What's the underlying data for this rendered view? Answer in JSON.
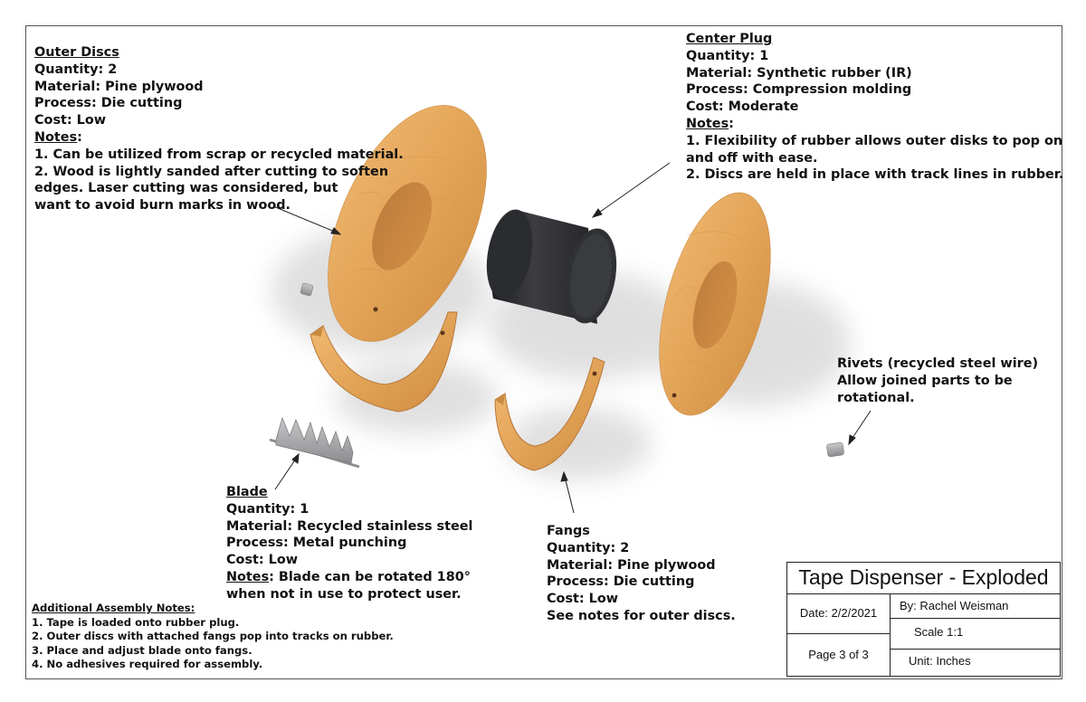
{
  "outer_discs": {
    "title": "Outer Discs",
    "quantity": "Quantity: 2",
    "material": "Material: Pine plywood",
    "process": "Process: Die cutting",
    "cost": "Cost: Low",
    "notes_label": "Notes",
    "notes_colon": ":",
    "note1": "1. Can be utilized from scrap or recycled material.",
    "note2a": "2. Wood is lightly sanded after cutting to soften",
    "note2b": "edges. Laser cutting was considered, but",
    "note2c": "want to avoid burn marks in wood."
  },
  "center_plug": {
    "title": "Center Plug",
    "quantity": "Quantity: 1",
    "material": "Material: Synthetic rubber (IR)",
    "process": "Process: Compression molding",
    "cost": "Cost: Moderate",
    "notes_label": "Notes",
    "notes_colon": ":",
    "note1a": "1. Flexibility of rubber allows outer disks to pop on",
    "note1b": "and off with ease.",
    "note2": "2. Discs are held in place with track lines in rubber."
  },
  "rivets": {
    "line1": "Rivets (recycled steel wire)",
    "line2": "Allow joined parts to be",
    "line3": "rotational."
  },
  "blade": {
    "title": "Blade",
    "quantity": "Quantity: 1",
    "material": "Material: Recycled stainless steel",
    "process": "Process: Metal punching",
    "cost": "Cost: Low",
    "notes_label": "Notes",
    "notes_text": ": Blade can be rotated 180°",
    "notes_line2": "when not in use to protect user."
  },
  "fangs": {
    "title": "Fangs",
    "quantity": "Quantity: 2",
    "material": "Material: Pine plywood",
    "process": "Process: Die cutting",
    "cost": "Cost: Low",
    "see": "See notes for outer discs."
  },
  "additional": {
    "title": "Additional Assembly Notes:",
    "items": [
      "1. Tape is loaded onto rubber plug.",
      "2. Outer discs with attached fangs pop into tracks on rubber.",
      "3. Place and adjust blade onto fangs.",
      "4. No adhesives required for assembly."
    ]
  },
  "title_block": {
    "title": "Tape Dispenser - Exploded",
    "date": "Date: 2/2/2021",
    "by": "By: Rachel Weisman",
    "scale": "Scale 1:1",
    "page": "Page 3 of 3",
    "unit": "Unit: Inches"
  },
  "colors": {
    "wood_light": "#f0b468",
    "wood_mid": "#dc9a4a",
    "wood_dark": "#b8783a",
    "rubber": "#2c2d30",
    "steel": "#a9a9ab"
  }
}
